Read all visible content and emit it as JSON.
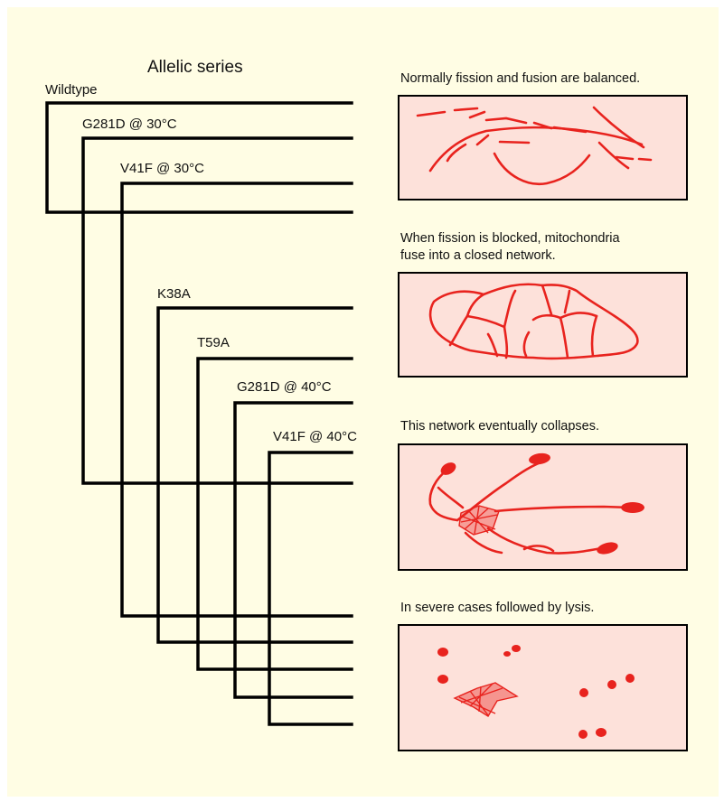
{
  "title": "Allelic series",
  "alleles": [
    {
      "label": "Wildtype"
    },
    {
      "label": "G281D @ 30°C"
    },
    {
      "label": "V41F @ 30°C"
    },
    {
      "label": "K38A"
    },
    {
      "label": "T59A"
    },
    {
      "label": "G281D @ 40°C"
    },
    {
      "label": "V41F @ 40°C"
    }
  ],
  "panels": [
    {
      "caption_lines": [
        "Normally fission and fusion are balanced."
      ]
    },
    {
      "caption_lines": [
        "When fission is blocked, mitochondria",
        "fuse into a closed network."
      ]
    },
    {
      "caption_lines": [
        "This network eventually collapses."
      ]
    },
    {
      "caption_lines": [
        "In severe cases followed by lysis."
      ]
    }
  ],
  "colors": {
    "background": "#fffde4",
    "panel_fill": "#fde1da",
    "mitochondria": "#e8231e",
    "line": "#000000"
  }
}
